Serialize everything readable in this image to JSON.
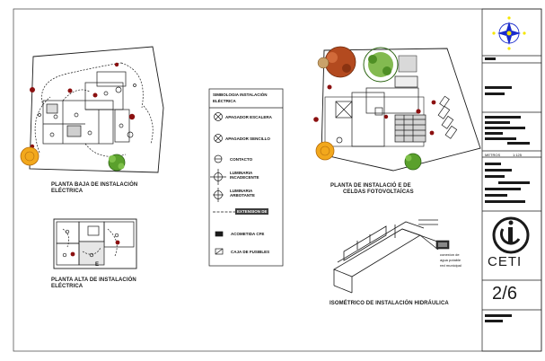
{
  "drawing": {
    "plan_ground": "PLANTA BAJA DE INSTALACIÓN ELÉCTRICA",
    "plan_upper": "PLANTA ALTA DE INSTALACIÓN ELÉCTRICA",
    "plan_solar_l1": "PLANTA DE INSTALACIÓ E DE",
    "plan_solar_l2": "CELDAS FOTOVOLTAÍCAS",
    "isometric": "ISOMÉTRICO DE INSTALACIÓN HIDRÁULICA",
    "tank_note_l1": "conexion de",
    "tank_note_l2": "agua potable",
    "tank_note_l3": "red municipal",
    "upper_marker": "E"
  },
  "legend": {
    "title_l1": "SIMBOLOGIA INSTALACIÓN",
    "title_l2": "ELÉCTRICA",
    "items": [
      "APAGADOR ESCALERA",
      "APAGADOR SENCILLO",
      "CONTACTO",
      "LUMINARIA INCADECENTE",
      "LUMINARIA ARBOTANTE",
      "EXTENSION DE",
      "ACOMETIDA CFE",
      "CAJA DE FUSIBLES"
    ]
  },
  "title_block": {
    "scale_label": "METROS",
    "scale_value": "1:125",
    "logo_text": "CETI",
    "sheet_number": "2/6"
  },
  "colors": {
    "line": "#1a1a1a",
    "tree_red": "#b34a1f",
    "tree_green": "#5aa02c",
    "tree_orange": "#f2a81c",
    "compass": "#1a2bcc",
    "compass_fill": "#f5e600",
    "marker_red": "#8b1010"
  }
}
